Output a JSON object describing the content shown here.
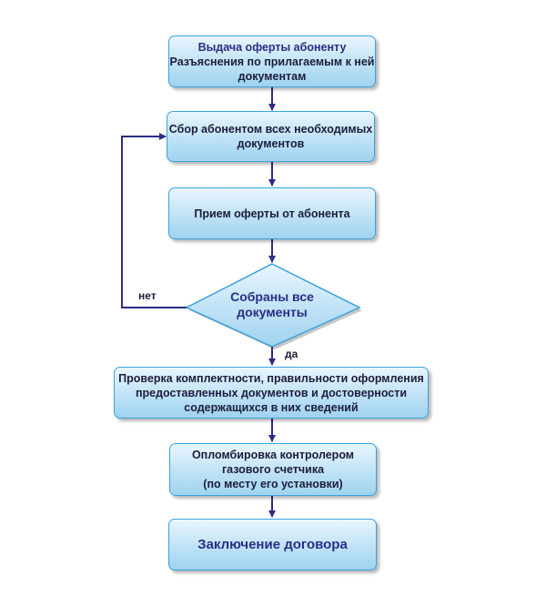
{
  "diagram": {
    "accent_color": "#2b2e83",
    "box_border_color": "#3aa3dc",
    "box_fill_colors": [
      "#e9f6fd",
      "#9fd3f0"
    ],
    "nodes": {
      "offer": {
        "title": "Выдача оферты абоненту",
        "lines": [
          "Разъяснения по прилагаемым к ней",
          "документам"
        ]
      },
      "collect": {
        "lines": [
          "Сбор абонентом всех необходимых",
          "документов"
        ]
      },
      "receive": {
        "lines": [
          "Прием оферты от абонента"
        ]
      },
      "decision": {
        "lines": [
          "Собраны все",
          "документы"
        ]
      },
      "check": {
        "lines": [
          "Проверка комплектности, правильности оформления",
          "предоставленных документов и достоверности",
          "содержащихся в них сведений"
        ]
      },
      "seal": {
        "lines": [
          "Опломбировка контролером",
          "газового счетчика",
          "(по месту его установки)"
        ]
      },
      "contract": {
        "lines": [
          "Заключение договора"
        ]
      }
    },
    "edges": {
      "no_label": "нет",
      "yes_label": "да"
    }
  }
}
